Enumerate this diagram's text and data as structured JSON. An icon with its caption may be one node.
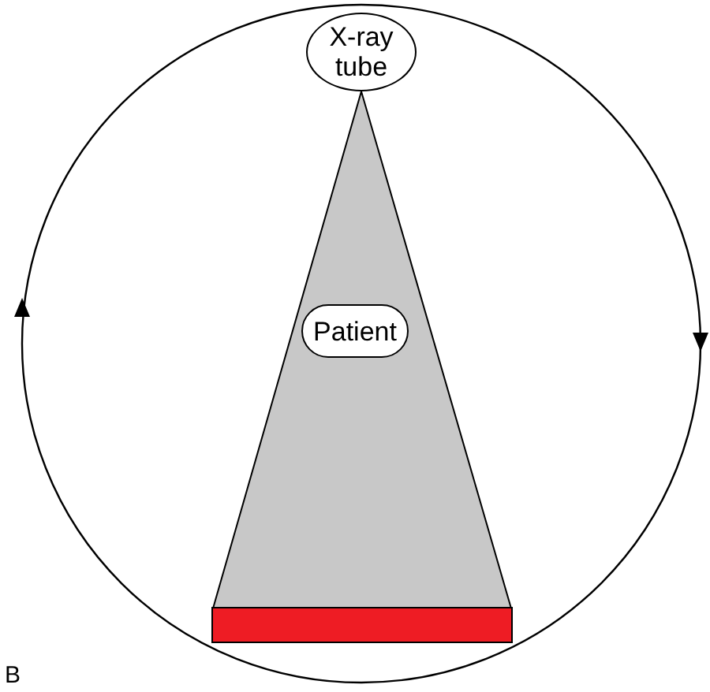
{
  "diagram": {
    "nodes": [
      {
        "text": [
          "X-ray tube"
        ]
      },
      {
        "text": [
          "Patient"
        ]
      },
      {
        "text": [],
        "shape": "bar"
      }
    ],
    "labels": [
      "B"
    ]
  }
}
